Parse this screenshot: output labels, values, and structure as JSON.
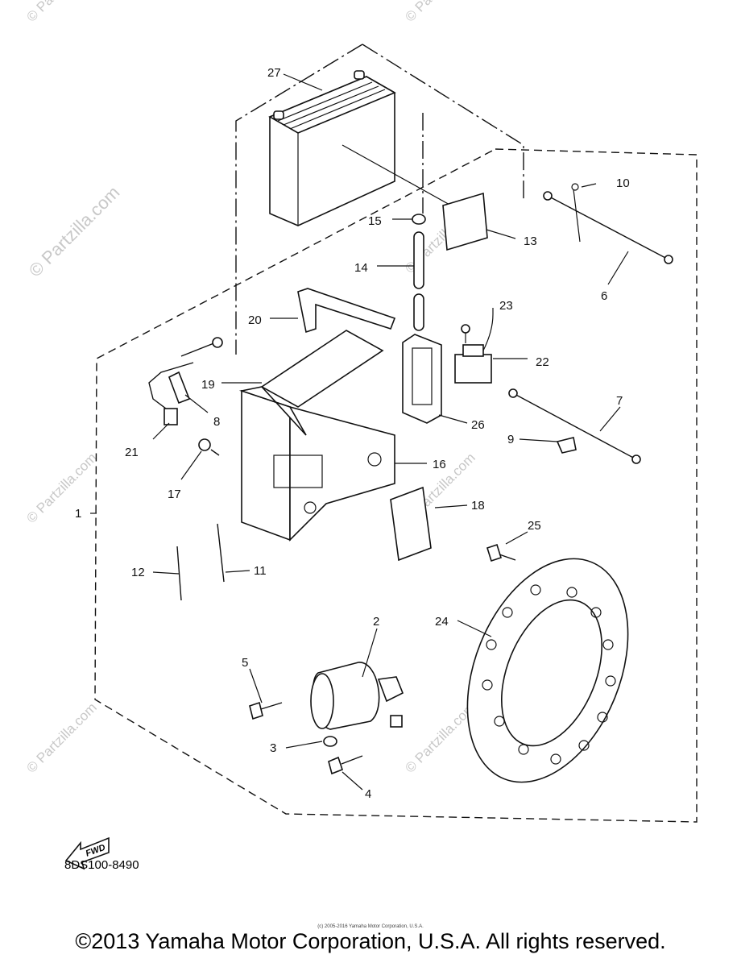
{
  "watermark": "© Partzilla.com",
  "drawing_code": "8DS100-8490",
  "fwd_label": "FWD",
  "small_note": "(c) 2005-2016 Yamaha Motor Corporation, U.S.A.",
  "copyright": "©2013 Yamaha Motor Corporation, U.S.A. All rights reserved.",
  "callouts": {
    "c1": "1",
    "c2": "2",
    "c3": "3",
    "c4": "4",
    "c5": "5",
    "c6": "6",
    "c7": "7",
    "c8": "8",
    "c9": "9",
    "c10": "10",
    "c11": "11",
    "c12": "12",
    "c13": "13",
    "c14": "14",
    "c15": "15",
    "c16": "16",
    "c17": "17",
    "c18": "18",
    "c19": "19",
    "c20": "20",
    "c21": "21",
    "c22": "22",
    "c23": "23",
    "c24": "24",
    "c25": "25",
    "c26": "26",
    "c27": "27"
  }
}
